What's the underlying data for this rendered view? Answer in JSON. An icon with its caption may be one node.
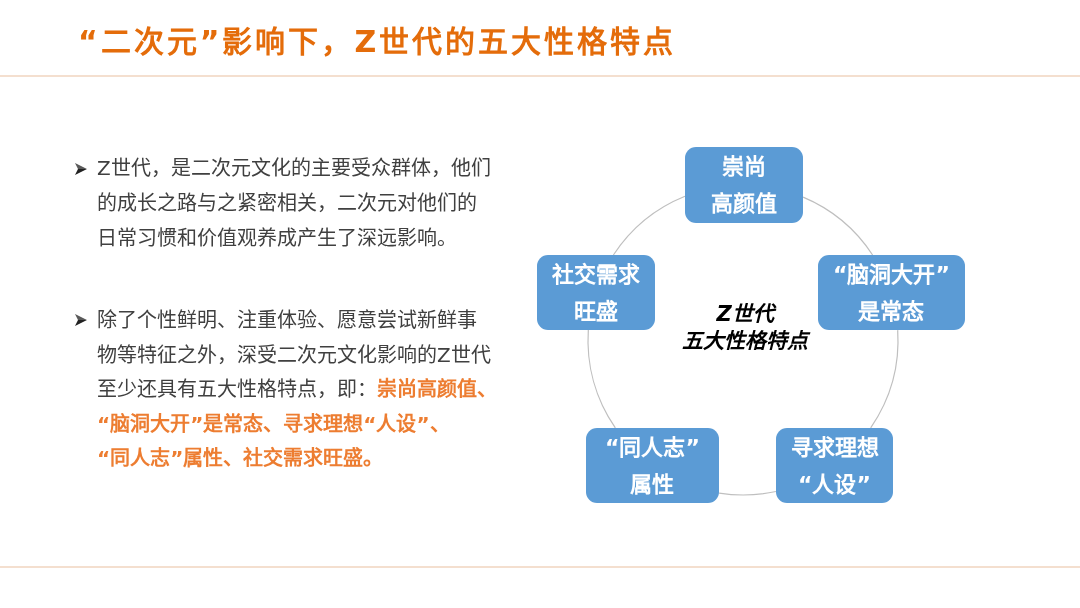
{
  "diagram": {
    "title": "“二次元”影响下，Z世代的五大性格特点",
    "nodes": [
      {
        "text": [
          "崇尚高颜值"
        ]
      },
      {
        "text": [
          "社交需求旺盛"
        ]
      },
      {
        "text": [
          "“脑洞大开”是常态"
        ]
      },
      {
        "text": [
          "“同人志”属性"
        ]
      },
      {
        "text": [
          "寻求理想“人设”"
        ]
      }
    ],
    "edges": [
      {
        "from": 0,
        "to": 2,
        "arrow": "none"
      },
      {
        "from": 2,
        "to": 4,
        "arrow": "none"
      },
      {
        "from": 4,
        "to": 3,
        "arrow": "none"
      },
      {
        "from": 3,
        "to": 1,
        "arrow": "none"
      },
      {
        "from": 1,
        "to": 0,
        "arrow": "none"
      }
    ],
    "labels": [
      "Z世代，是二次元文化的主要受众群体，他们的成长之路与之紧密相关，二次元对他们的日常习惯和价值观养成产生了深远影响。",
      "除了个性鲜明、注重体验、愿意尝试新鲜事物等特征之外，深受二次元文化影响的Z世代至少还具有五大性格特点，即：**崇尚高颜值、“脑洞大开”是常态、寻求理想“人设”、“同人志”属性、社交需求旺盛。**",
      "Z世代五大性格特点"
    ]
  }
}
